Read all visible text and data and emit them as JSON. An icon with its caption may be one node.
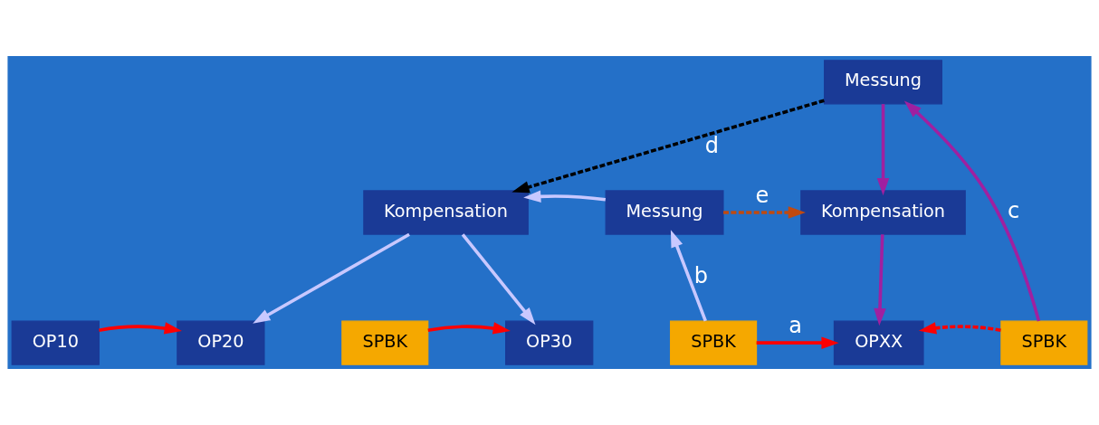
{
  "diagram": {
    "nodes": [
      {
        "text": [
          "Messung"
        ]
      },
      {
        "text": [
          "Kompensation"
        ]
      },
      {
        "text": [
          "Messung"
        ]
      },
      {
        "text": [
          "Kompensation"
        ]
      },
      {
        "text": [
          "OP10"
        ]
      },
      {
        "text": [
          "OP20"
        ]
      },
      {
        "text": [
          "SPBK"
        ]
      },
      {
        "text": [
          "OP30"
        ]
      },
      {
        "text": [
          "SPBK"
        ]
      },
      {
        "text": [
          "OPXX"
        ]
      },
      {
        "text": [
          "SPBK"
        ]
      }
    ],
    "edges": [
      {
        "from": 4,
        "to": 5,
        "arrow": "to",
        "color": "#ff0000"
      },
      {
        "from": 6,
        "to": 7,
        "arrow": "to",
        "color": "#ff0000"
      },
      {
        "from": 8,
        "to": 9,
        "arrow": "to",
        "label": "a",
        "color": "#ff0000"
      },
      {
        "from": 10,
        "to": 9,
        "arrow": "to",
        "style": "dashed",
        "color": "#ff0000"
      },
      {
        "from": 8,
        "to": 2,
        "arrow": "to",
        "label": "b",
        "color": "#c8c8ff"
      },
      {
        "from": 2,
        "to": 1,
        "arrow": "to",
        "color": "#c8c8ff"
      },
      {
        "from": 1,
        "to": 5,
        "arrow": "to",
        "color": "#c8c8ff"
      },
      {
        "from": 1,
        "to": 7,
        "arrow": "to",
        "color": "#c8c8ff"
      },
      {
        "from": 10,
        "to": 0,
        "arrow": "to",
        "label": "c",
        "color": "#a020a0"
      },
      {
        "from": 0,
        "to": 3,
        "arrow": "to",
        "color": "#a020a0"
      },
      {
        "from": 3,
        "to": 9,
        "arrow": "to",
        "color": "#a020a0"
      },
      {
        "from": 0,
        "to": 1,
        "arrow": "to",
        "label": "d",
        "style": "dashed",
        "color": "#000000"
      },
      {
        "from": 2,
        "to": 3,
        "arrow": "to",
        "label": "e",
        "style": "dashed",
        "color": "#c04a10"
      }
    ]
  }
}
